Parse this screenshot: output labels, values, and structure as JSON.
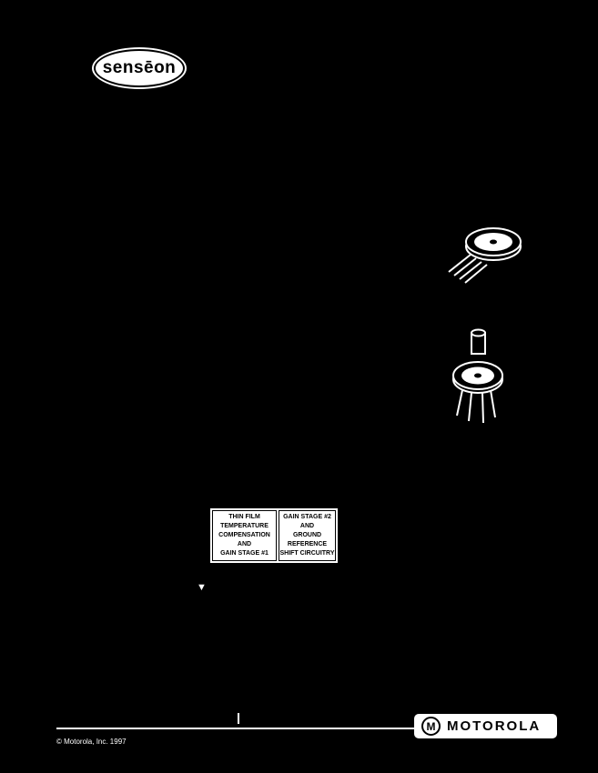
{
  "colors": {
    "page_bg": "#000000",
    "fg": "#ffffff"
  },
  "logo": {
    "text": "sensēon"
  },
  "block_diagram": {
    "box1_lines": [
      "THIN FILM",
      "TEMPERATURE",
      "COMPENSATION",
      "AND",
      "GAIN STAGE #1"
    ],
    "box2_lines": [
      "GAIN STAGE #2",
      "AND",
      "GROUND",
      "REFERENCE",
      "SHIFT CIRCUITRY"
    ],
    "pointer_glyph": "▼"
  },
  "footer": {
    "copyright": "© Motorola, Inc. 1997",
    "brand_name": "MOTOROLA",
    "brand_monogram": "M"
  }
}
